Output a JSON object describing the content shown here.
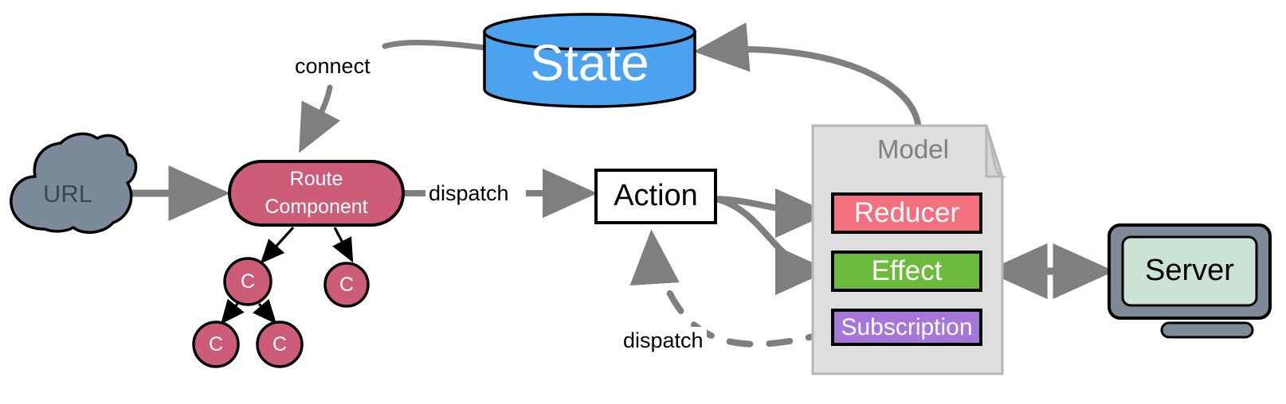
{
  "diagram": {
    "title": "Redux-style application data flow",
    "background": "#ffffff",
    "arrow_color": "#7f7f7f"
  },
  "nodes": {
    "state": {
      "label": "State",
      "shape": "cylinder",
      "fill": "#4da2f0",
      "stroke": "#000000",
      "text_color": "#ffffff"
    },
    "url": {
      "label": "URL",
      "shape": "cloud",
      "fill": "#7c8b9b",
      "stroke": "#000000",
      "text_color": "#3a4754"
    },
    "route_component": {
      "label": "Route\nComponent",
      "label_line1": "Route",
      "label_line2": "Component",
      "shape": "rounded-rect",
      "fill": "#cd5c79",
      "stroke": "#000000",
      "text_color": "#ffffff"
    },
    "action": {
      "label": "Action",
      "shape": "rect",
      "fill": "#ffffff",
      "stroke": "#000000",
      "text_color": "#000000"
    },
    "model": {
      "label": "Model",
      "shape": "note",
      "fill": "#dedede",
      "stroke": "#b0b0b0",
      "text_color": "#808080"
    },
    "reducer": {
      "label": "Reducer",
      "shape": "rect",
      "fill": "#f4707f",
      "stroke": "#000000",
      "text_color": "#ffffff"
    },
    "effect": {
      "label": "Effect",
      "shape": "rect",
      "fill": "#6cbb3c",
      "stroke": "#000000",
      "text_color": "#ffffff"
    },
    "subscription": {
      "label": "Subscription",
      "shape": "rect",
      "fill": "#a577d8",
      "stroke": "#000000",
      "text_color": "#ffffff"
    },
    "server": {
      "label": "Server",
      "shape": "monitor",
      "bezel_fill": "#7d8b99",
      "screen_fill": "#cbe3d5",
      "stroke": "#000000",
      "text_color": "#000000"
    },
    "component_tree": [
      {
        "label": "C",
        "id": "c1"
      },
      {
        "label": "C",
        "id": "c2"
      },
      {
        "label": "C",
        "id": "c3"
      },
      {
        "label": "C",
        "id": "c4"
      }
    ]
  },
  "edges": [
    {
      "id": "url-to-route",
      "label": "",
      "from": "url",
      "to": "route_component",
      "style": "solid"
    },
    {
      "id": "state-to-route",
      "label": "connect",
      "from": "state",
      "to": "route_component",
      "style": "solid"
    },
    {
      "id": "route-to-action",
      "label": "dispatch",
      "from": "route_component",
      "to": "action",
      "style": "solid"
    },
    {
      "id": "action-to-reducer",
      "label": "",
      "from": "action",
      "to": "reducer",
      "style": "solid"
    },
    {
      "id": "action-to-effect",
      "label": "",
      "from": "action",
      "to": "effect",
      "style": "solid"
    },
    {
      "id": "model-to-state",
      "label": "",
      "from": "model",
      "to": "state",
      "style": "solid"
    },
    {
      "id": "effect-to-server",
      "label": "",
      "from": "effect",
      "to": "server",
      "style": "bidirectional"
    },
    {
      "id": "subscription-to-action",
      "label": "dispatch",
      "from": "subscription",
      "to": "action",
      "style": "dashed"
    },
    {
      "id": "route-to-c1",
      "label": "",
      "from": "route_component",
      "to": "c1",
      "style": "solid-thin"
    },
    {
      "id": "route-to-c2",
      "label": "",
      "from": "route_component",
      "to": "c2",
      "style": "solid-thin"
    },
    {
      "id": "c1-to-c3",
      "label": "",
      "from": "c1",
      "to": "c3",
      "style": "solid-thin"
    },
    {
      "id": "c1-to-c4",
      "label": "",
      "from": "c1",
      "to": "c4",
      "style": "solid-thin"
    }
  ],
  "edge_labels": {
    "connect": "connect",
    "dispatch_top": "dispatch",
    "dispatch_bottom": "dispatch"
  }
}
